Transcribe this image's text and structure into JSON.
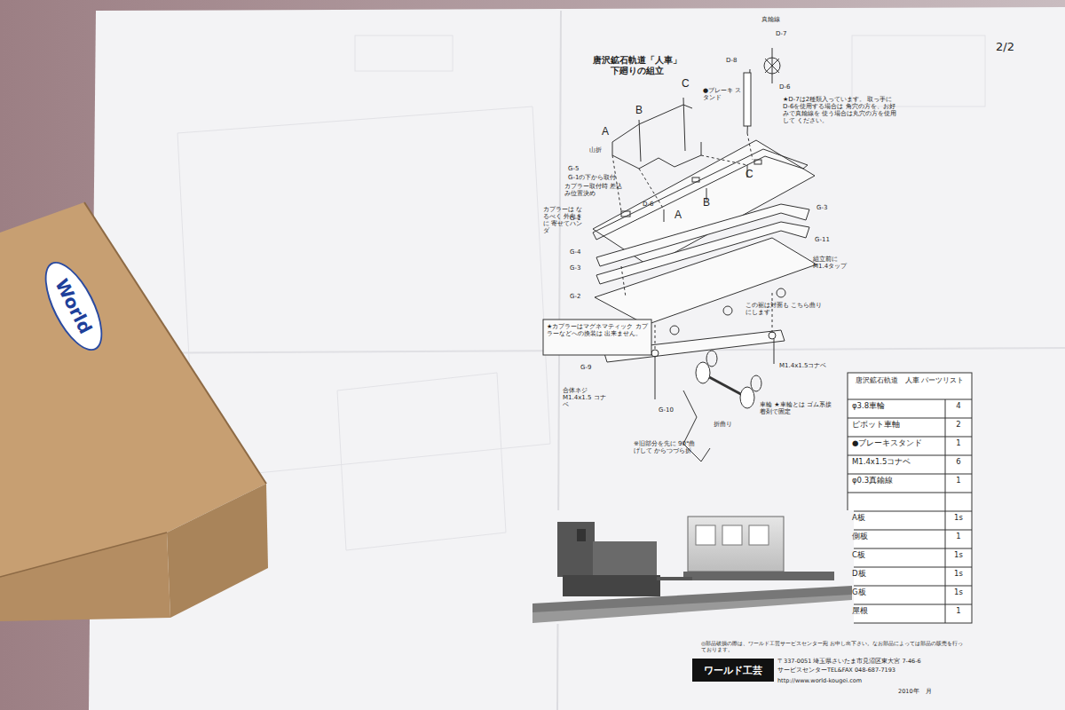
{
  "diagram": {
    "title": "唐沢鉱石軌道「人車」 下廻りの組立",
    "nodes": [
      {
        "text": [
          "World"
        ]
      },
      {
        "text": [
          "ワールド工芸"
        ]
      }
    ],
    "labels": [
      "2/2",
      "真鍮線",
      "D-7",
      "D-8",
      "D-6",
      "●ブレーキ スタンド",
      "★D-7は2種類入っています。 取っ手にD-6を使用する場合は 角穴の方を、お好みで真鍮線を 使う場合は丸穴の方を使用して ください。",
      "C",
      "B",
      "A",
      "山折",
      "G-5",
      "G-1の下から取付",
      "カプラー取付時 差込み位置決め",
      "D-6",
      "A",
      "B",
      "C",
      "カプラーは なるべく 外向きに 寄せてハンダ",
      "G-1",
      "G-4",
      "G-3",
      "G-2",
      "G-3",
      "G-11",
      "組立前に M1.4タップ",
      "この裾は対面も こちら曲りにします",
      "★カプラーはマグネマティック カプラーなどへの換装は 出来ません。",
      "G-9",
      "合体ネジ M1.4x1.5 コナベ",
      "G-10",
      "M1.4x1.5コナベ",
      "車輪 ★車輪とは ゴム系接着剤で固定",
      "折曲り",
      "※旧部分を先に 90°曲げして からつづら折",
      "唐沢鉱石軌道　人車 パーツリスト",
      "φ3.8車輪",
      "4",
      "ピボット車軸",
      "2",
      "●ブレーキスタンド",
      "1",
      "M1.4x1.5コナベ",
      "6",
      "φ0.3真鍮線",
      "1",
      "A板",
      "1s",
      "側板",
      "1",
      "C板",
      "1s",
      "D板",
      "1s",
      "G板",
      "1s",
      "屋根",
      "1",
      "◎部品破損の際は、ワールド工芸サービスセンター宛 お申し出下さい。なお部品によっては部品の販売を行っております。",
      "〒337-0051 埼玉県さいたま市見沼区東大宮 7-46-6",
      "サービスセンターTEL&FAX 048-687-7193",
      "http://www.world-kougei.com",
      "2010年　月"
    ]
  }
}
